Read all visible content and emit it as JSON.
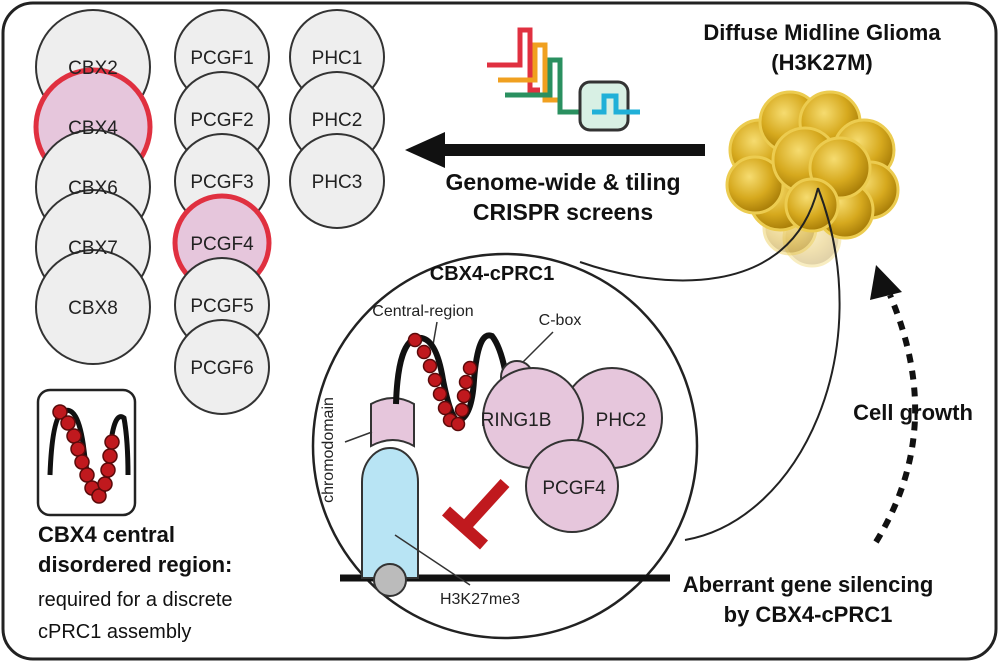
{
  "cbx_column": [
    "CBX2",
    "CBX4",
    "CBX6",
    "CBX7",
    "CBX8"
  ],
  "pcgf_column": [
    "PCGF1",
    "PCGF2",
    "PCGF3",
    "PCGF4",
    "PCGF5",
    "PCGF6"
  ],
  "phc_column": [
    "PHC1",
    "PHC2",
    "PHC3"
  ],
  "highlighted": [
    "CBX4",
    "PCGF4"
  ],
  "glioma": {
    "line1": "Diffuse Midline Glioma",
    "line2": "(H3K27M)"
  },
  "screens": {
    "line1": "Genome-wide & tiling",
    "line2": "CRISPR screens"
  },
  "complex": {
    "title": "CBX4-cPRC1",
    "central_region": "Central-region",
    "cbox": "C-box",
    "chromodomain": "chromodomain",
    "ring1b": "RING1B",
    "phc2": "PHC2",
    "pcgf4": "PCGF4",
    "h3k27me3": "H3K27me3"
  },
  "cell_growth": "Cell growth",
  "silencing": {
    "line1": "Aberrant gene silencing",
    "line2": "by CBX4-cPRC1"
  },
  "idr": {
    "title_line1": "CBX4 central",
    "title_line2": "disordered region:",
    "desc_line1": "required for a discrete",
    "desc_line2": "cPRC1 assembly"
  },
  "colors": {
    "highlight_ring": "#e03040",
    "highlight_fill": "#e6c6dc",
    "pink_protein": "#e6c6dc",
    "bead_red": "#c0191e",
    "inhibit_red": "#c0191e",
    "histone_blue": "#b8e4f4",
    "cell_gold": "#c79a18",
    "cell_gold_light": "#eccc50",
    "dna_black": "#111111",
    "circle_gray": "#eeeeee"
  },
  "icons": {
    "crispr": "crispr-screen-icon",
    "arrow": "left-arrow-icon",
    "inhibit": "inhibition-icon",
    "curve": "dashed-curved-arrow-icon"
  }
}
